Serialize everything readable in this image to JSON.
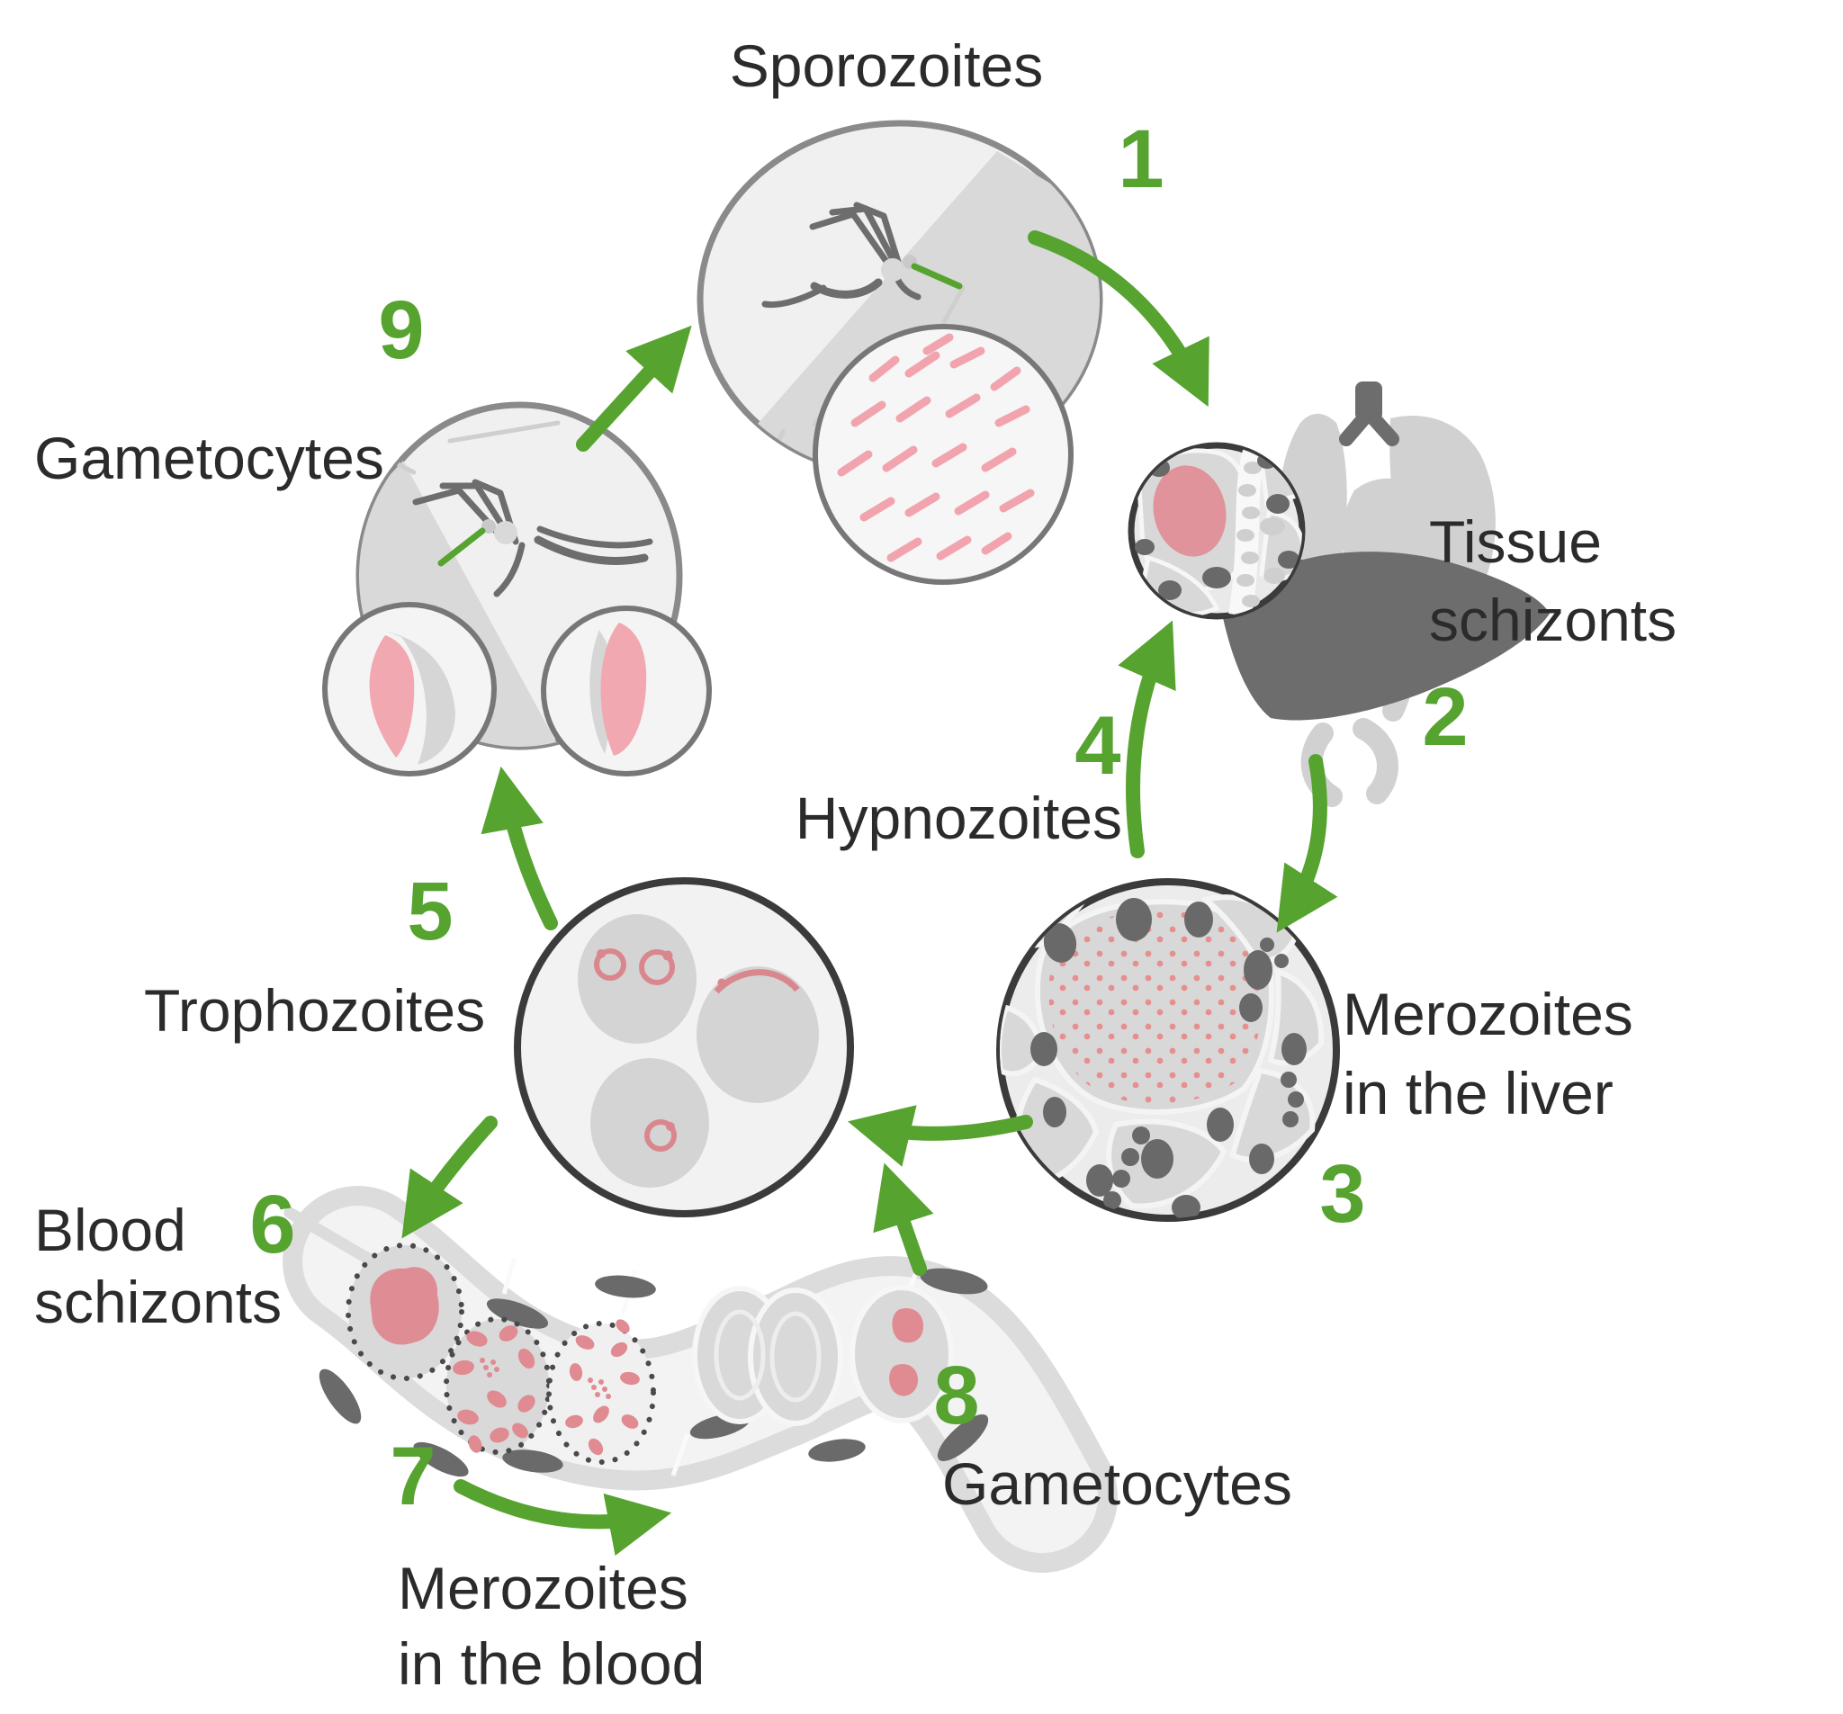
{
  "diagram_type": "life-cycle",
  "subject": "Plasmodium (malaria) life cycle",
  "colors": {
    "accent_green": "#56a330",
    "text": "#2b2b2b",
    "pink_light": "#f2a4ae",
    "pink_medium": "#e08a91",
    "pink_ring": "#d9878d",
    "pink_cell": "#e0939b",
    "gray_light": "#f0f0f0",
    "gray_cell": "#d4d4d4",
    "gray_dark": "#6d6d6d",
    "circle_stroke": "#3b3b3b"
  },
  "labels": {
    "sporozoites": "Sporozoites",
    "tissue_schizonts_l1": "Tissue",
    "tissue_schizonts_l2": "schizonts",
    "merozoites_liver_l1": "Merozoites",
    "merozoites_liver_l2": "in the liver",
    "hypnozoites": "Hypnozoites",
    "gametocytes_top": "Gametocytes",
    "trophozoites": "Trophozoites",
    "blood_schizonts_l1": "Blood",
    "blood_schizonts_l2": "schizonts",
    "merozoites_blood_l1": "Merozoites",
    "merozoites_blood_l2": "in the blood",
    "gametocytes_bottom": "Gametocytes"
  },
  "steps": [
    {
      "num": "1",
      "label": "Sporozoites"
    },
    {
      "num": "2",
      "label": "Tissue schizonts"
    },
    {
      "num": "3",
      "label": "Merozoites in the liver"
    },
    {
      "num": "4",
      "label": "Hypnozoites"
    },
    {
      "num": "5",
      "label": "Trophozoites"
    },
    {
      "num": "6",
      "label": "Blood schizonts"
    },
    {
      "num": "7",
      "label": "Merozoites in the blood"
    },
    {
      "num": "8",
      "label": "Gametocytes"
    },
    {
      "num": "9",
      "label": "Gametocytes"
    }
  ]
}
